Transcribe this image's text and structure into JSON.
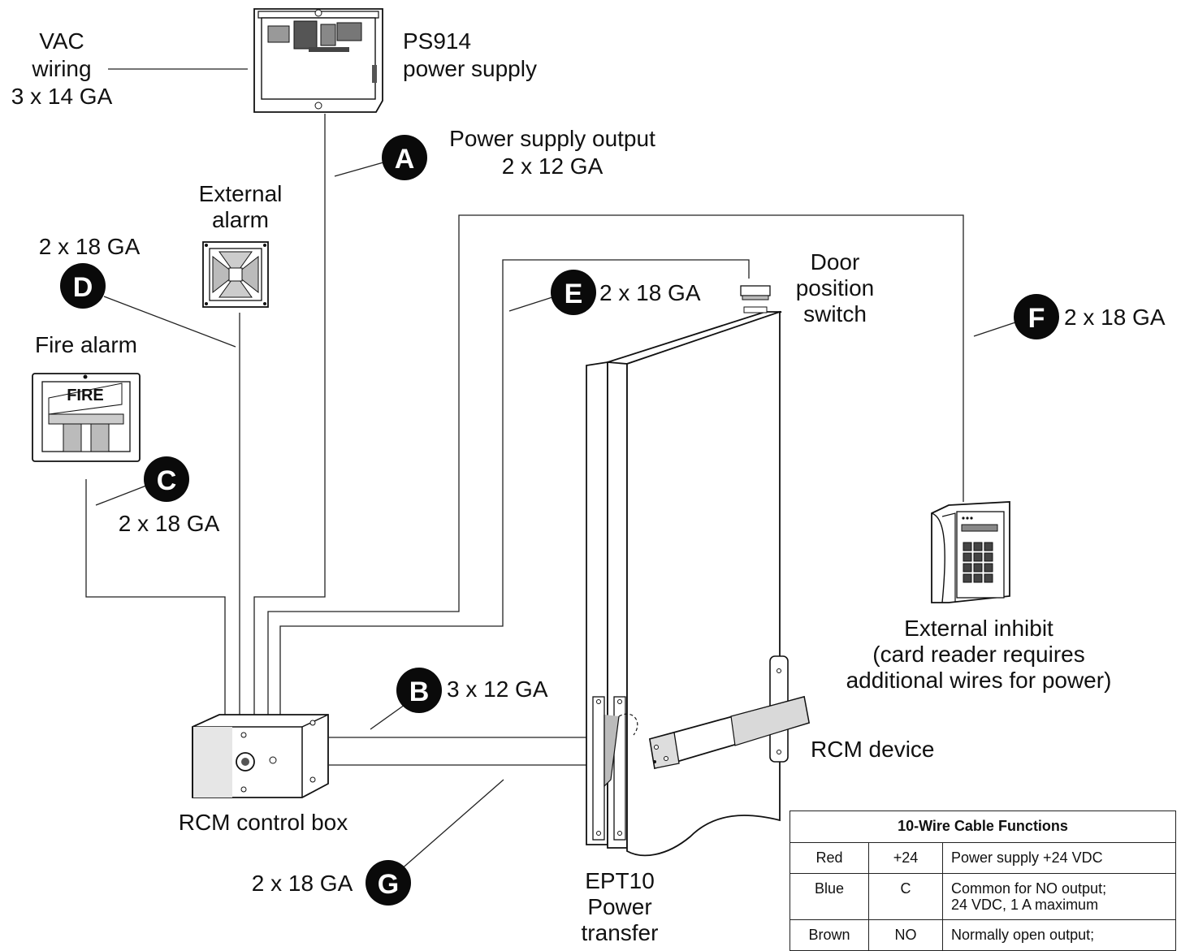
{
  "labels": {
    "vac_wiring": [
      "VAC",
      "wiring",
      "3 x 14 GA"
    ],
    "power_supply": [
      "PS914",
      "power supply"
    ],
    "power_output": [
      "Power supply output",
      "2 x 12 GA"
    ],
    "external_alarm": [
      "External",
      "alarm"
    ],
    "gauge_d": "2 x 18 GA",
    "fire_alarm": "Fire alarm",
    "fire_sign": "FIRE",
    "gauge_c": "2 x 18 GA",
    "gauge_e": "2 x 18 GA",
    "door_switch": [
      "Door",
      "position",
      "switch"
    ],
    "gauge_f": "2 x 18 GA",
    "external_inhibit": [
      "External inhibit",
      "(card reader requires",
      "additional wires for power)"
    ],
    "gauge_b": "3 x 12 GA",
    "rcm_device": "RCM device",
    "rcm_control_box": "RCM control box",
    "gauge_g": "2 x 18 GA",
    "ept10": [
      "EPT10",
      "Power",
      "transfer"
    ]
  },
  "badges": {
    "a": "A",
    "b": "B",
    "c": "C",
    "d": "D",
    "e": "E",
    "f": "F",
    "g": "G"
  },
  "table": {
    "title": "10-Wire Cable Functions",
    "rows": [
      {
        "color": "Red",
        "code": "+24",
        "function": [
          "Power supply +24 VDC"
        ]
      },
      {
        "color": "Blue",
        "code": "C",
        "function": [
          "Common for NO output;",
          "24 VDC, 1 A maximum"
        ]
      },
      {
        "color": "Brown",
        "code": "NO",
        "function": [
          "Normally open output;"
        ]
      }
    ]
  },
  "colors": {
    "ink": "#111111",
    "badge_fill": "#0a0a0a",
    "paper": "#ffffff"
  }
}
